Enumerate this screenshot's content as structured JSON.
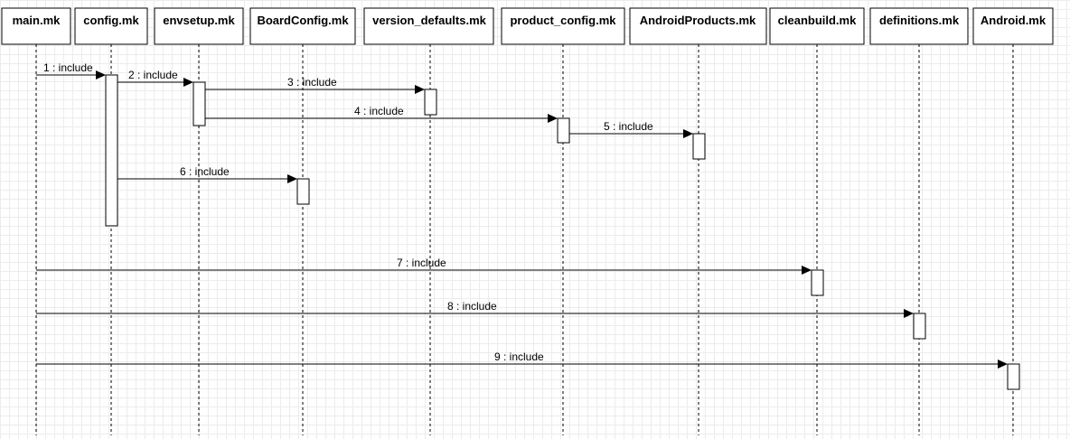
{
  "participants": [
    {
      "id": "main",
      "label": "main.mk"
    },
    {
      "id": "config",
      "label": "config.mk"
    },
    {
      "id": "envsetup",
      "label": "envsetup.mk"
    },
    {
      "id": "boardconfig",
      "label": "BoardConfig.mk"
    },
    {
      "id": "version_defaults",
      "label": "version_defaults.mk"
    },
    {
      "id": "product_config",
      "label": "product_config.mk"
    },
    {
      "id": "androidproducts",
      "label": "AndroidProducts.mk"
    },
    {
      "id": "cleanbuild",
      "label": "cleanbuild.mk"
    },
    {
      "id": "definitions",
      "label": "definitions.mk"
    },
    {
      "id": "android",
      "label": "Android.mk"
    }
  ],
  "messages": [
    {
      "seq": 1,
      "label": "1 : include",
      "from": "main",
      "to": "config"
    },
    {
      "seq": 2,
      "label": "2 : include",
      "from": "config",
      "to": "envsetup"
    },
    {
      "seq": 3,
      "label": "3 : include",
      "from": "envsetup",
      "to": "version_defaults"
    },
    {
      "seq": 4,
      "label": "4 : include",
      "from": "envsetup",
      "to": "product_config"
    },
    {
      "seq": 5,
      "label": "5 : include",
      "from": "product_config",
      "to": "androidproducts"
    },
    {
      "seq": 6,
      "label": "6 : include",
      "from": "config",
      "to": "boardconfig"
    },
    {
      "seq": 7,
      "label": "7 : include",
      "from": "main",
      "to": "cleanbuild"
    },
    {
      "seq": 8,
      "label": "8 : include",
      "from": "main",
      "to": "definitions"
    },
    {
      "seq": 9,
      "label": "9 : include",
      "from": "main",
      "to": "android"
    }
  ]
}
